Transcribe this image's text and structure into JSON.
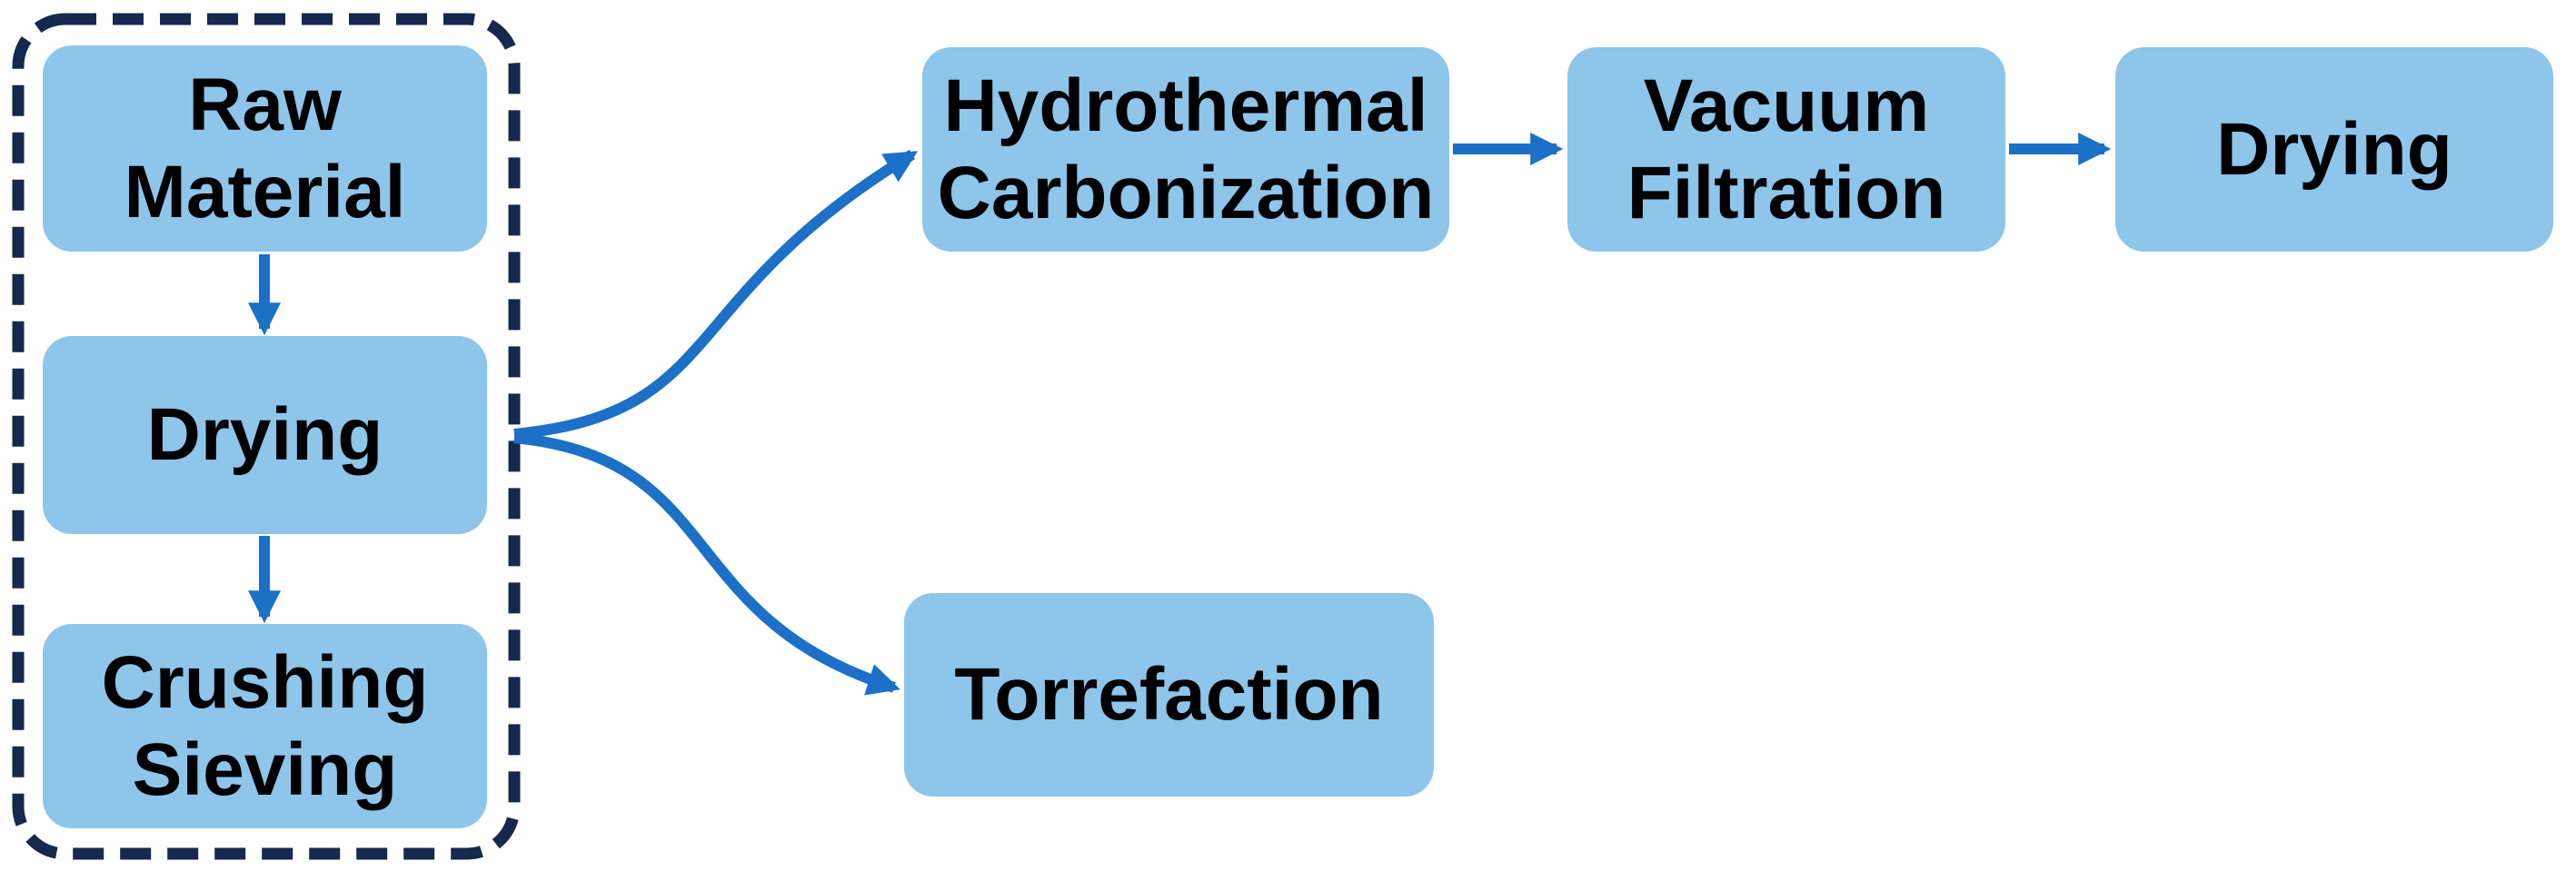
{
  "colors": {
    "node_fill": "#8EC5EA",
    "arrow_blue": "#1C70C7",
    "group_border_navy": "#15294E",
    "text": "#000000",
    "background": "#FFFFFF"
  },
  "nodes": {
    "raw_material": {
      "label": "Raw\nMaterial"
    },
    "drying_pretreatment": {
      "label": "Drying"
    },
    "crushing_sieving": {
      "label": "Crushing\nSieving"
    },
    "hydrothermal_carbonization": {
      "label": "Hydrothermal\nCarbonization"
    },
    "vacuum_filtration": {
      "label": "Vacuum\nFiltration"
    },
    "drying_final": {
      "label": "Drying"
    },
    "torrefaction": {
      "label": "Torrefaction"
    }
  },
  "groups": {
    "pretreatment_group": {
      "border_style": "dashed",
      "members": [
        "raw_material",
        "drying_pretreatment",
        "crushing_sieving"
      ]
    }
  },
  "edges": [
    {
      "from": "raw_material",
      "to": "drying_pretreatment"
    },
    {
      "from": "drying_pretreatment",
      "to": "crushing_sieving"
    },
    {
      "from": "pretreatment_group",
      "to": "hydrothermal_carbonization"
    },
    {
      "from": "pretreatment_group",
      "to": "torrefaction"
    },
    {
      "from": "hydrothermal_carbonization",
      "to": "vacuum_filtration"
    },
    {
      "from": "vacuum_filtration",
      "to": "drying_final"
    }
  ]
}
